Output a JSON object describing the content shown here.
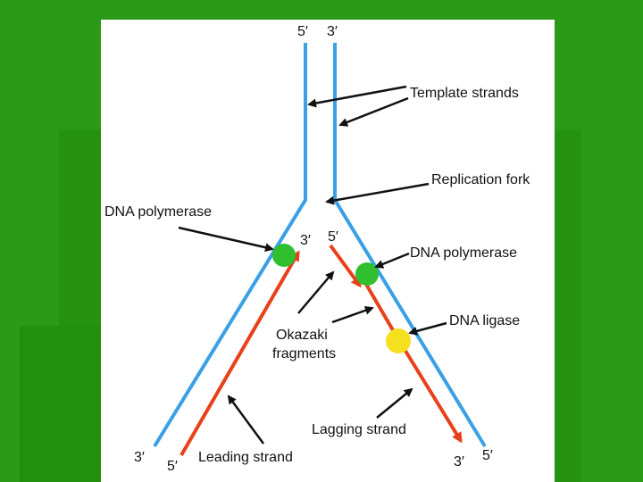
{
  "colors": {
    "background_green": "#2a9a18",
    "template_strand": "#3aa0e6",
    "new_strand": "#e8401a",
    "arrow": "#111111",
    "polymerase_dot": "#2fbf2f",
    "ligase_dot": "#f5e020"
  },
  "labels": {
    "top_5": "5′",
    "top_3": "3′",
    "template_strands": "Template strands",
    "replication_fork": "Replication fork",
    "dna_polymerase_left": "DNA polymerase",
    "mid_3": "3′",
    "mid_5": "5′",
    "dna_polymerase_right": "DNA polymerase",
    "dna_ligase": "DNA ligase",
    "okazaki_line1": "Okazaki",
    "okazaki_line2": "fragments",
    "lagging_strand": "Lagging strand",
    "leading_strand": "Leading strand",
    "bottom_left_3": "3′",
    "bottom_left_5": "5′",
    "bottom_right_3": "3′",
    "bottom_right_5": "5′"
  }
}
